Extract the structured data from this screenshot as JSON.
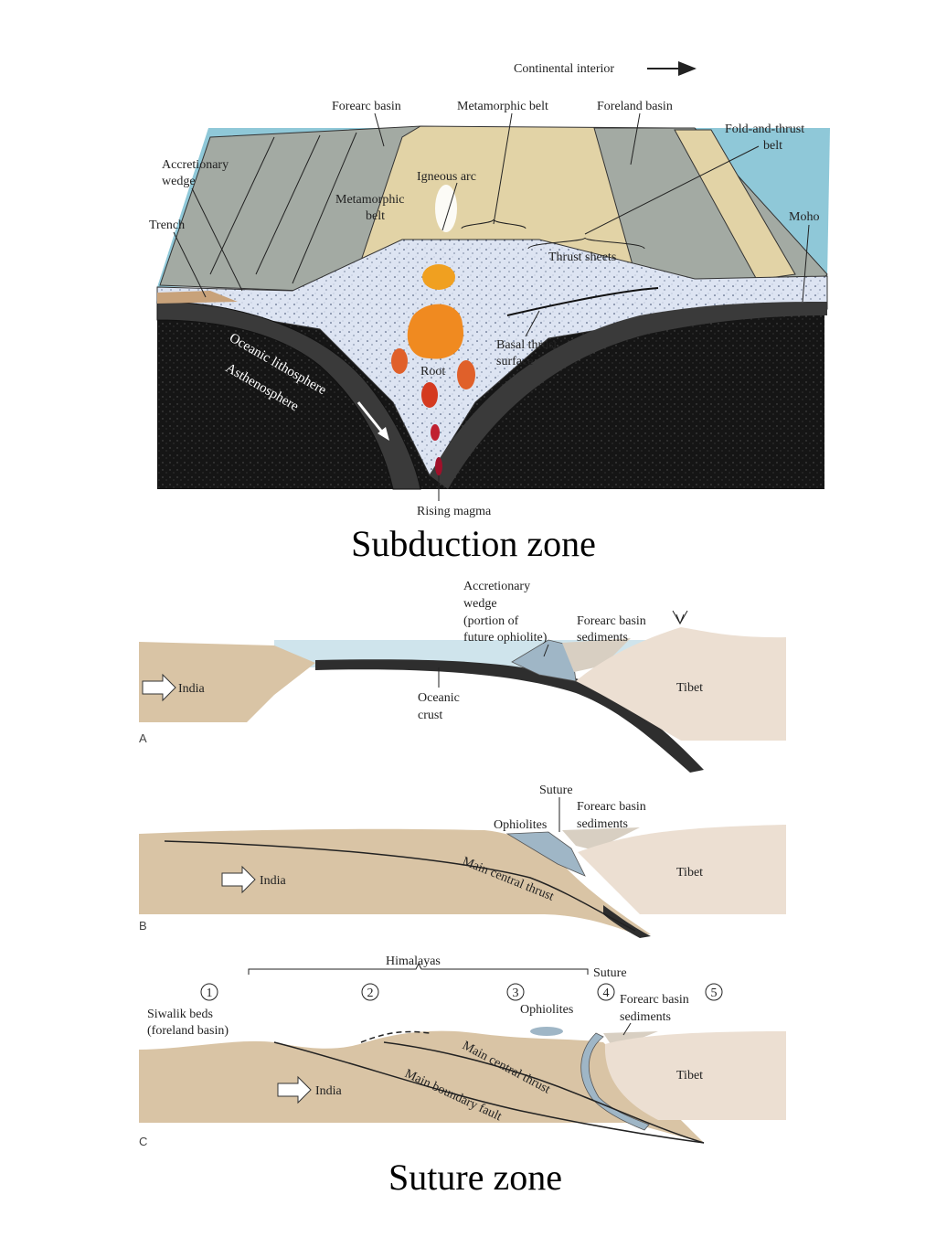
{
  "top_diagram": {
    "direction_label": "Continental interior",
    "labels": {
      "forearc_basin": "Forearc basin",
      "metamorphic_belt_top": "Metamorphic belt",
      "foreland_basin": "Foreland basin",
      "fold_thrust_1": "Fold-and-thrust",
      "fold_thrust_2": "belt",
      "accretionary_1": "Accretionary",
      "accretionary_2": "wedge",
      "igneous_arc": "Igneous arc",
      "metamorphic_1": "Metamorphic",
      "metamorphic_2": "belt",
      "trench": "Trench",
      "moho": "Moho",
      "thrust_sheets": "Thrust sheets",
      "oceanic_lithosphere": "Oceanic lithosphere",
      "asthenosphere": "Asthenosphere",
      "root": "Root",
      "basal_1": "Basal thrust",
      "basal_2": "surface",
      "rising_magma": "Rising magma"
    },
    "caption": "Subduction zone"
  },
  "panel_a": {
    "letter": "A",
    "labels": {
      "acc_1": "Accretionary",
      "acc_2": "wedge",
      "acc_3": "(portion of",
      "acc_4": "future ophiolite)",
      "forearc_1": "Forearc basin",
      "forearc_2": "sediments",
      "india": "India",
      "oceanic_1": "Oceanic",
      "oceanic_2": "crust",
      "tibet": "Tibet"
    }
  },
  "panel_b": {
    "letter": "B",
    "labels": {
      "suture": "Suture",
      "ophiolites": "Ophiolites",
      "forearc_1": "Forearc basin",
      "forearc_2": "sediments",
      "india": "India",
      "mct": "Main central thrust",
      "tibet": "Tibet"
    }
  },
  "panel_c": {
    "letter": "C",
    "labels": {
      "himalayas": "Himalayas",
      "suture": "Suture",
      "n1": "1",
      "n2": "2",
      "n3": "3",
      "n4": "4",
      "n5": "5",
      "siwalik_1": "Siwalik beds",
      "siwalik_2": "(foreland basin)",
      "ophiolites": "Ophiolites",
      "forearc_1": "Forearc basin",
      "forearc_2": "sediments",
      "india": "India",
      "mct": "Main central thrust",
      "mbf": "Main boundary fault",
      "tibet": "Tibet"
    },
    "caption": "Suture zone"
  },
  "colors": {
    "sea": "#8fc8d8",
    "crust_speckle": "#dde4f2",
    "mantle": "#151515",
    "slab": "#3a3a3a",
    "arc_sand": "#e2d3a6",
    "grey_rock": "#a3aaa3",
    "tan": "#d9c4a5",
    "tibet": "#ecdfd2",
    "ophiolite": "#9fb6c6",
    "magma_orange": "#f0a020",
    "magma_red": "#d43a20",
    "magma_dark": "#a0102a"
  }
}
